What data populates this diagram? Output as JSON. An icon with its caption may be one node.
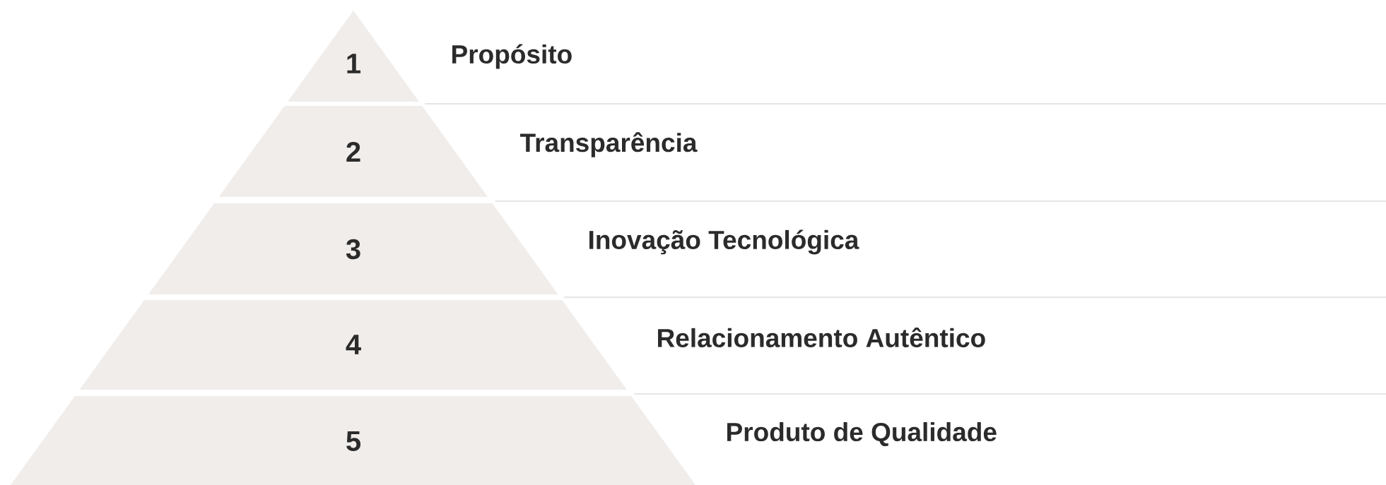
{
  "diagram": {
    "nodes": [
      {
        "text": [
          "1",
          "Propósito"
        ]
      },
      {
        "text": [
          "2",
          "Transparência"
        ]
      },
      {
        "text": [
          "3",
          "Inovação Tecnológica"
        ]
      },
      {
        "text": [
          "4",
          "Relacionamento Autêntico"
        ]
      },
      {
        "text": [
          "5",
          "Produto de Qualidade"
        ]
      }
    ]
  }
}
